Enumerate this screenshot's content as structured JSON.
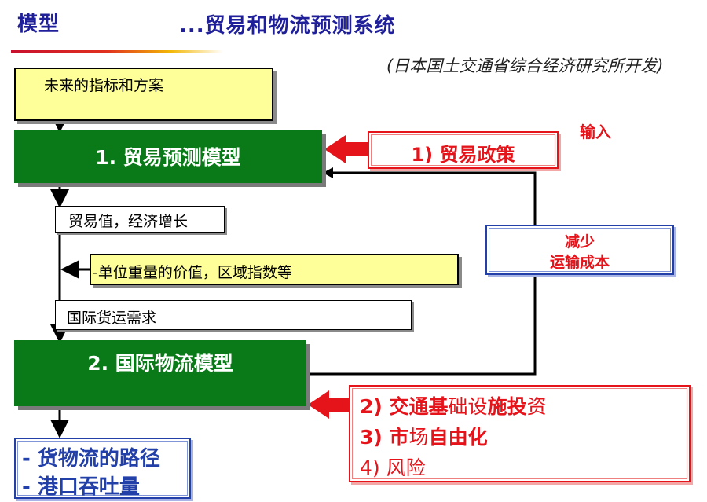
{
  "header": {
    "title_left": "模型",
    "title_right": "...贸易和物流预测系统",
    "source_note": "(日本国土交通省综合经济研究所开发)"
  },
  "boxes": {
    "future_indicators": "未来的指标和方案",
    "trade_model": "1. 贸易预测模型",
    "trade_value": "贸易值，经济增长",
    "unit_value": "-单位重量的价值，区域指数等",
    "freight_demand": "国际货运需求",
    "logistics_model": "2. 国际物流模型"
  },
  "inputs": {
    "label": "输入",
    "trade_policy": "1) 贸易政策",
    "reduce_cost_line1": "减少",
    "reduce_cost_line2": "运输成本",
    "infra": {
      "line1_prefix": "2) ",
      "line1_bold1": "交通基",
      "line1_normal1": "础设",
      "line1_bold2": "施投",
      "line1_normal2": "资",
      "line2_prefix": "3) ",
      "line2_bold": "市",
      "line2_normal": "场",
      "line2_bold2": "自由化",
      "line3": "4) 风险"
    }
  },
  "outputs": {
    "line1": "- 货物流的路径",
    "line2": "- 港口吞吐量"
  },
  "colors": {
    "title_blue": "#1f1f9a",
    "green": "#0a7a19",
    "red": "#e5141b",
    "blue": "#2340a8",
    "yellow": "#ffff99"
  }
}
